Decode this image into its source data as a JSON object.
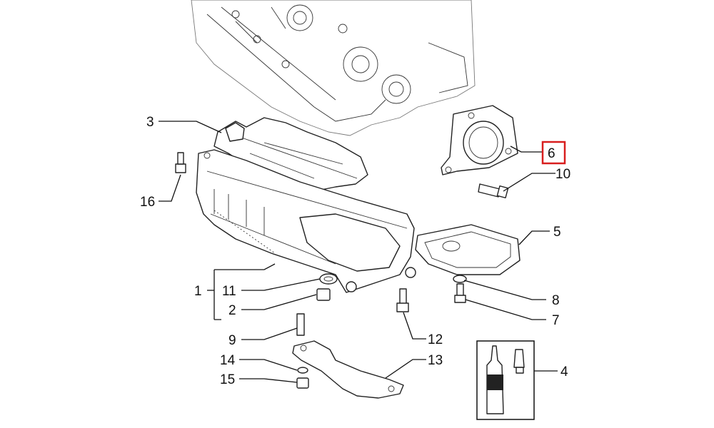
{
  "diagram": {
    "highlight_color": "#d81e1e",
    "highlighted_label": "6",
    "callouts": {
      "c1": "1",
      "c2": "2",
      "c3": "3",
      "c4": "4",
      "c5": "5",
      "c6": "6",
      "c7": "7",
      "c8": "8",
      "c9": "9",
      "c10": "10",
      "c11": "11",
      "c12": "12",
      "c13": "13",
      "c14": "14",
      "c15": "15",
      "c16": "16"
    }
  }
}
